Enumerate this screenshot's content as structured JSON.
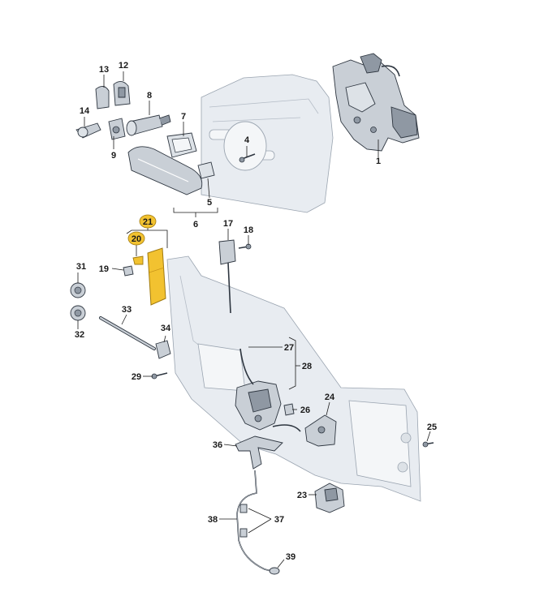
{
  "colors": {
    "highlight": "#f2c230",
    "highlight_border": "#a07a10",
    "part_grey": "#c9cfd6",
    "panel": "#e8ecf1",
    "ink": "#1a1a1a"
  },
  "callouts": [
    {
      "id": "1",
      "text": "1"
    },
    {
      "id": "4",
      "text": "4"
    },
    {
      "id": "5",
      "text": "5"
    },
    {
      "id": "6",
      "text": "6"
    },
    {
      "id": "7",
      "text": "7"
    },
    {
      "id": "8",
      "text": "8"
    },
    {
      "id": "9",
      "text": "9"
    },
    {
      "id": "12",
      "text": "12"
    },
    {
      "id": "13",
      "text": "13"
    },
    {
      "id": "14",
      "text": "14"
    },
    {
      "id": "17",
      "text": "17"
    },
    {
      "id": "18",
      "text": "18"
    },
    {
      "id": "19",
      "text": "19"
    },
    {
      "id": "20",
      "text": "20",
      "highlighted": true
    },
    {
      "id": "21",
      "text": "21",
      "highlighted": true
    },
    {
      "id": "23",
      "text": "23"
    },
    {
      "id": "24",
      "text": "24"
    },
    {
      "id": "25",
      "text": "25"
    },
    {
      "id": "26",
      "text": "26"
    },
    {
      "id": "27",
      "text": "27"
    },
    {
      "id": "28",
      "text": "28"
    },
    {
      "id": "29",
      "text": "29"
    },
    {
      "id": "31",
      "text": "31"
    },
    {
      "id": "32",
      "text": "32"
    },
    {
      "id": "33",
      "text": "33"
    },
    {
      "id": "34",
      "text": "34"
    },
    {
      "id": "36",
      "text": "36"
    },
    {
      "id": "37",
      "text": "37"
    },
    {
      "id": "38",
      "text": "38"
    },
    {
      "id": "39",
      "text": "39"
    }
  ]
}
